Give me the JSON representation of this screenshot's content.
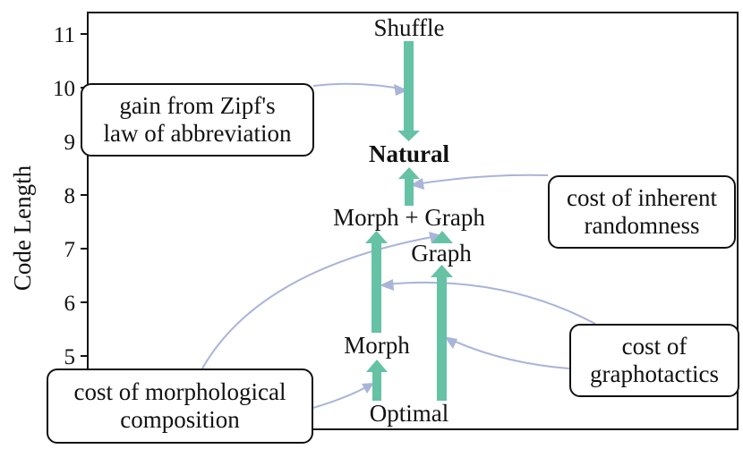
{
  "colors": {
    "arrow": "#66c2a5",
    "callout_arrow": "#a9b4d8",
    "natural": "#f28e5b",
    "frame": "#111111"
  },
  "axis": {
    "ylabel": "Code Length",
    "ticks": [
      "5",
      "6",
      "7",
      "8",
      "9",
      "10",
      "11"
    ]
  },
  "nodes": {
    "shuffle": "Shuffle",
    "natural": "Natural",
    "morph_graph": "Morph + Graph",
    "graph": "Graph",
    "morph": "Morph",
    "optimal": "Optimal"
  },
  "callouts": {
    "zipf": [
      "gain from Zipf's",
      "law of abbreviation"
    ],
    "randomness": [
      "cost of inherent",
      "randomness"
    ],
    "graphotactics": [
      "cost of",
      "graphotactics"
    ],
    "morphological": [
      "cost of morphological",
      "composition"
    ]
  }
}
